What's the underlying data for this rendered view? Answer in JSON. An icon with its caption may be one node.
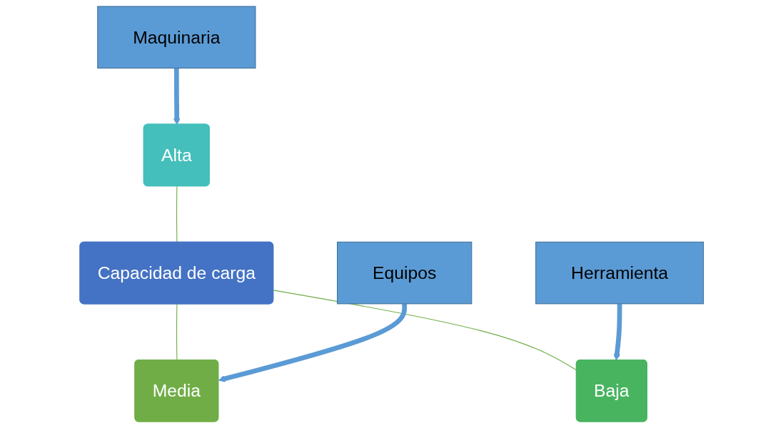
{
  "diagram": {
    "nodes": [
      {
        "text": [
          "Capacidad de carga"
        ]
      },
      {
        "text": [
          "Alta"
        ]
      },
      {
        "text": [
          "Media"
        ]
      },
      {
        "text": [
          "Baja"
        ]
      },
      {
        "text": [
          "Maquinaria"
        ]
      },
      {
        "text": [
          "Equipos"
        ]
      },
      {
        "text": [
          "Herramienta"
        ]
      }
    ],
    "edges": [
      {
        "from": 1,
        "to": 0,
        "arrow": "none",
        "color": "#70ad47"
      },
      {
        "from": 0,
        "to": 2,
        "arrow": "none",
        "color": "#70ad47"
      },
      {
        "from": 0,
        "to": 3,
        "arrow": "none",
        "color": "#70ad47"
      },
      {
        "from": 4,
        "to": 1,
        "arrow": "to",
        "style": "thick",
        "color": "#5b9bd5"
      },
      {
        "from": 5,
        "to": 2,
        "arrow": "to",
        "style": "thick",
        "color": "#5b9bd5"
      },
      {
        "from": 6,
        "to": 3,
        "arrow": "to",
        "style": "thick",
        "color": "#5b9bd5"
      }
    ]
  }
}
